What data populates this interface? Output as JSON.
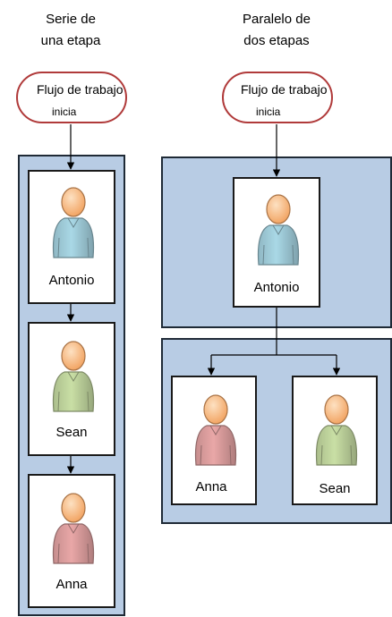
{
  "columns": {
    "serial": {
      "title_line1": "Serie de",
      "title_line2": "una etapa",
      "start": {
        "line1": "Flujo de trabajo",
        "line2": "inicia"
      },
      "people": [
        {
          "name": "Antonio",
          "shirt": "#a9d8e6"
        },
        {
          "name": "Sean",
          "shirt": "#c9dfa5"
        },
        {
          "name": "Anna",
          "shirt": "#e9a7a7"
        }
      ]
    },
    "parallel": {
      "title_line1": "Paralelo de",
      "title_line2": "dos etapas",
      "start": {
        "line1": "Flujo de trabajo",
        "line2": "inicia"
      },
      "stage1_people": [
        {
          "name": "Antonio",
          "shirt": "#a9d8e6"
        }
      ],
      "stage2_people": [
        {
          "name": "Anna",
          "shirt": "#e9a7a7"
        },
        {
          "name": "Sean",
          "shirt": "#c9dfa5"
        }
      ]
    }
  },
  "colors": {
    "stage_fill": "#b8cce4",
    "start_border": "#b03a3a",
    "skin": "#f2a564"
  },
  "icons": {
    "person": "user-person-icon"
  }
}
